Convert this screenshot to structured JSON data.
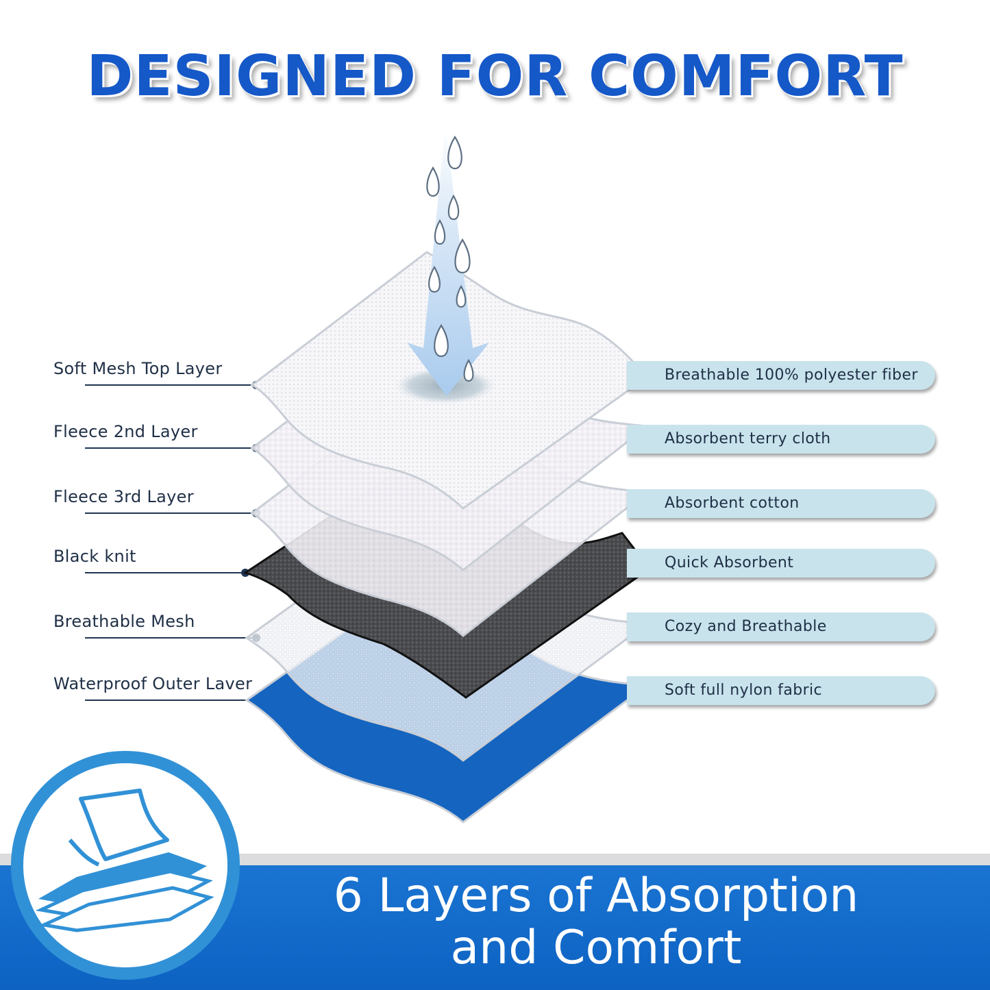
{
  "title": "DESIGNED FOR COMFORT",
  "layers": [
    {
      "name": "Soft Mesh Top Layer",
      "description": "Breathable 100% polyester fiber"
    },
    {
      "name": "Fleece 2nd Layer",
      "description": "Absorbent terry cloth"
    },
    {
      "name": "Fleece 3rd Layer",
      "description": "Absorbent cotton"
    },
    {
      "name": "Black knit",
      "description": "Quick Absorbent"
    },
    {
      "name": "Breathable Mesh",
      "description": "Cozy and Breathable"
    },
    {
      "name": "Waterproof Outer Laver",
      "description": "Soft full nylon fabric"
    }
  ],
  "banner": {
    "line1": "6 Layers of Absorption",
    "line2": "and Comfort"
  },
  "colors": {
    "title_blue": "#1558c8",
    "outer_layer_blue": "#1565c0",
    "pill_background": "#c8e3ec",
    "banner_blue": "#1a74d2",
    "label_text": "#1f2f46"
  },
  "icons": [
    "water-drop-icon",
    "down-arrow-icon",
    "layers-icon"
  ]
}
